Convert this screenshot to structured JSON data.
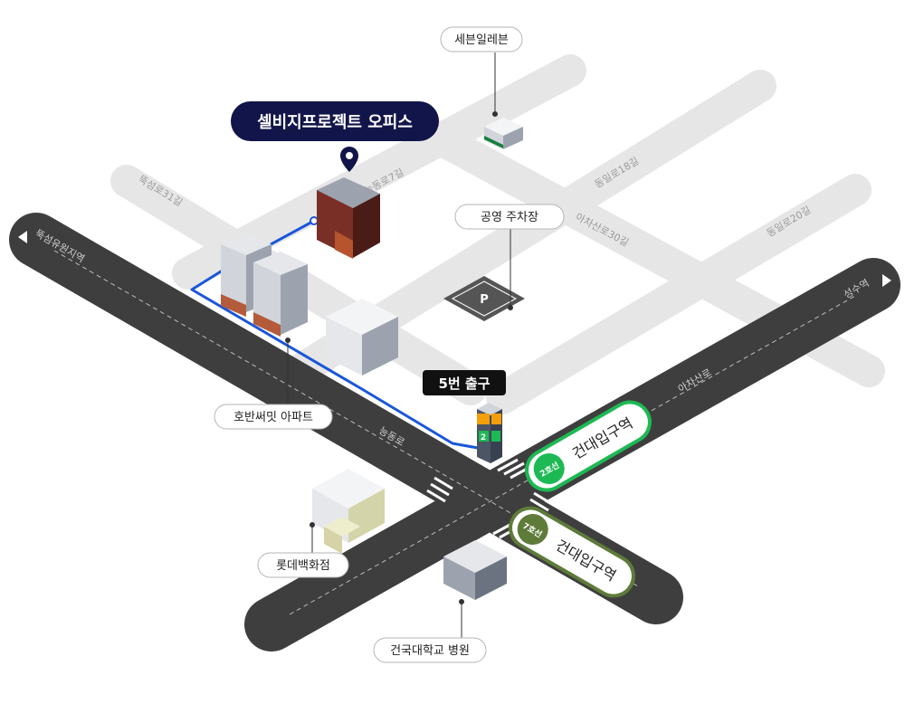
{
  "office": {
    "title": "셀비지프로젝트 오피스"
  },
  "exit": {
    "label": "5번 출구",
    "number": "2"
  },
  "places": {
    "seven_eleven": "세븐일레븐",
    "parking": "공영 주차장",
    "parking_sign": "P",
    "apartment": "호반써밋 아파트",
    "lotte": "롯데백화점",
    "hospital": "건국대학교 병원"
  },
  "streets": {
    "nongdong7": "능동로7길",
    "ttukseom31": "뚝섬로31길",
    "dongil18": "동일로18길",
    "achasan30": "아차산로30길",
    "dongil20": "동일로20길"
  },
  "roads": {
    "ttukseom_station": "뚝섬유원지역",
    "seongsu_station": "성수역",
    "achasan_ro": "아차산로",
    "neungdong_ro": "능동로"
  },
  "stations": [
    {
      "line": "2호선",
      "name": "건대입구역",
      "color": "#1db954"
    },
    {
      "line": "7호선",
      "name": "건대입구역",
      "color": "#5e7b3a"
    }
  ],
  "colors": {
    "navy": "#12154a",
    "road": "#3e3e3e",
    "street": "#e6e6e6",
    "route": "#1a56db",
    "line2": "#1db954",
    "line7": "#5e7b3a"
  }
}
